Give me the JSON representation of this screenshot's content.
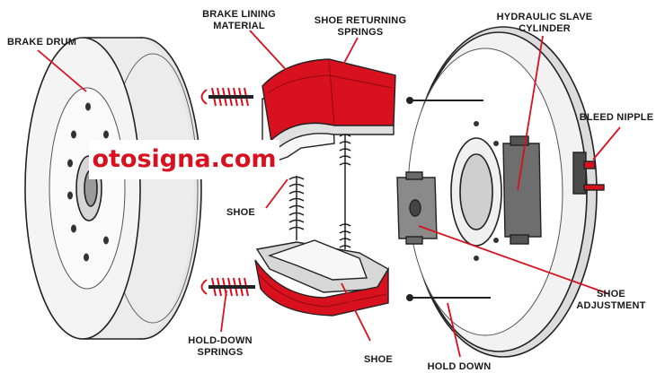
{
  "labels": {
    "brake_drum": "BRAKE DRUM",
    "brake_lining_1": "BRAKE LINING",
    "brake_lining_2": "MATERIAL",
    "shoe_returning_1": "SHOE RETURNING",
    "shoe_returning_2": "SPRINGS",
    "hydraulic_1": "HYDRAULIC SLAVE",
    "hydraulic_2": "CYLINDER",
    "bleed_nipple": "BLEED NIPPLE",
    "shoe_upper": "SHOE",
    "shoe_adjustment_1": "SHOE",
    "shoe_adjustment_2": "ADJUSTMENT",
    "hold_down_springs_1": "HOLD-DOWN",
    "hold_down_springs_2": "SPRINGS",
    "shoe_lower": "SHOE",
    "hold_down": "HOLD DOWN"
  },
  "watermark": "otosigna.com",
  "colors": {
    "accent_red": "#d9101e",
    "outline": "#222222",
    "grey_light": "#e8e8e8",
    "grey_mid": "#bdbdbd",
    "grey_dark": "#7a7a7a"
  }
}
